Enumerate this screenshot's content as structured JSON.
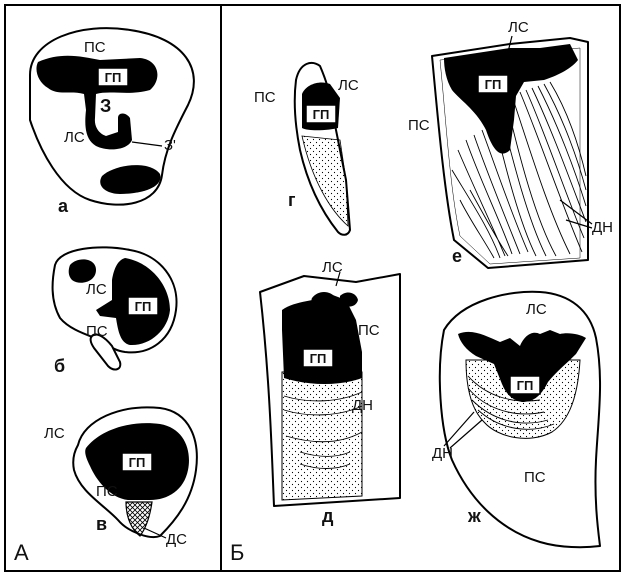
{
  "panels": {
    "A": "А",
    "B": "Б"
  },
  "figures": {
    "a": {
      "letter": "а",
      "gp": "ГП",
      "ps": "ПС",
      "ls": "ЛС",
      "z": "З",
      "z_prime": "З'"
    },
    "b": {
      "letter": "б",
      "gp": "ГП",
      "ls": "ЛС",
      "ps": "ПС"
    },
    "v": {
      "letter": "в",
      "gp": "ГП",
      "ls": "ЛС",
      "ps": "ПС",
      "ds": "ДС"
    },
    "g": {
      "letter": "г",
      "gp": "ГП",
      "ps": "ПС",
      "ls": "ЛС"
    },
    "d": {
      "letter": "д",
      "gp": "ГП",
      "ls": "ЛС",
      "ps": "ПС",
      "dn": "ДН"
    },
    "e": {
      "letter": "е",
      "gp": "ГП",
      "ls": "ЛС",
      "ps": "ПС",
      "dn": "ДН"
    },
    "zh": {
      "letter": "ж",
      "gp": "ГП",
      "ls": "ЛС",
      "ps": "ПС",
      "dn": "ДН"
    }
  }
}
